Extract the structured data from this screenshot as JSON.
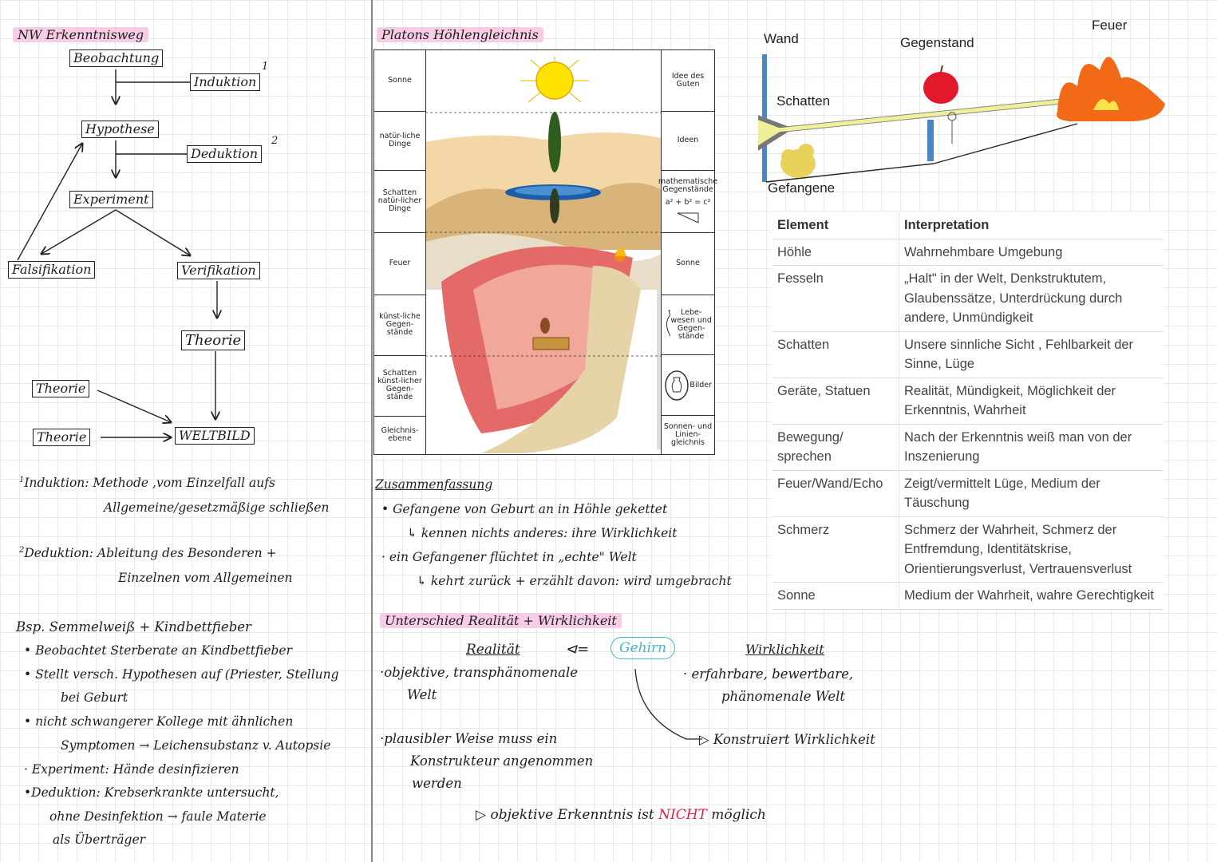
{
  "left": {
    "title": "NW Erkenntnisweg",
    "boxes": {
      "beobachtung": "Beobachtung",
      "induktion": "Induktion",
      "hypothese": "Hypothese",
      "deduktion": "Deduktion",
      "experiment": "Experiment",
      "falsifikation": "Falsifikation",
      "verifikation": "Verifikation",
      "theorie_main": "Theorie",
      "theorie_a": "Theorie",
      "theorie_b": "Theorie",
      "weltbild": "WELTBILD"
    },
    "marks": {
      "one": "1",
      "two": "2"
    },
    "footnotes": {
      "f1_sup": "1",
      "f1_line1": "Induktion: Methode ,vom Einzelfall aufs",
      "f1_line2": "Allgemeine/gesetzmäßige schließen",
      "f2_sup": "2",
      "f2_line1": "Deduktion: Ableitung des Besonderen +",
      "f2_line2": "Einzelnen vom Allgemeinen"
    },
    "example": {
      "title": "Bsp. Semmelweiß + Kindbettfieber",
      "lines": [
        "• Beobachtet Sterberate an Kindbettfieber",
        "• Stellt versch. Hypothesen auf (Priester, Stellung",
        "bei Geburt",
        "• nicht schwangerer Kollege mit ähnlichen",
        "Symptomen → Leichensubstanz v. Autopsie",
        "· Experiment: Hände desinfizieren",
        "•Deduktion: Krebserkrankte untersucht,",
        "ohne Desinfektion → faule Materie",
        "als Überträger"
      ]
    }
  },
  "middle": {
    "title": "Platons Höhlengleichnis",
    "cave_left": [
      "Sonne",
      "natür-liche Dinge",
      "Schatten natür-licher Dinge",
      "Feuer",
      "künst-liche Gegen-stände",
      "Schatten künst-licher Gegen-stände",
      "Gleichnis-ebene"
    ],
    "cave_right": [
      "Idee des Guten",
      "Ideen",
      "mathematische Gegenstände",
      "a² + b² = c²",
      "Sonne",
      "Lebe-wesen und Gegen-stände",
      "Bilder",
      "Sonnen- und Linien-gleichnis"
    ],
    "summary_title": "Zusammenfassung",
    "summary_lines": [
      "• Gefangene von Geburt an in Höhle gekettet",
      "↳ kennen nichts anderes: ihre Wirklichkeit",
      "· ein Gefangener flüchtet in „echte\" Welt",
      "↳ kehrt zurück + erzählt davon: wird umgebracht"
    ],
    "diff_title": "Unterschied Realität + Wirklichkeit",
    "realitaet": "Realität",
    "arrow": "⊲=",
    "gehirn": "Gehirn",
    "wirklichkeit": "Wirklichkeit",
    "real_lines": [
      "·objektive, transphänomenale",
      "Welt"
    ],
    "plaus_lines": [
      "·plausibler Weise muss ein",
      "Konstrukteur angenommen",
      "werden"
    ],
    "wirk_lines": [
      "· erfahrbare, bewertbare,",
      "phänomenale Welt"
    ],
    "konstruiert": "▷ Konstruiert Wirklichkeit",
    "conclusion_pre": "▷ objektive Erkenntnis ist",
    "conclusion_nicht": "NICHT",
    "conclusion_post": "möglich"
  },
  "right": {
    "diagram": {
      "feuer": "Feuer",
      "wand": "Wand",
      "gegenstand": "Gegenstand",
      "schatten": "Schatten",
      "gefangene": "Gefangene"
    },
    "table": {
      "headers": [
        "Element",
        "Interpretation"
      ],
      "rows": [
        [
          "Höhle",
          "Wahrnehmbare Umgebung"
        ],
        [
          "Fesseln",
          "„Halt\" in der Welt, Denkstruktutem, Glaubenssätze, Unterdrückung durch andere, Unmündigkeit"
        ],
        [
          "Schatten",
          "Unsere sinnliche Sicht , Fehlbarkeit der Sinne, Lüge"
        ],
        [
          "Geräte, Statuen",
          "Realität, Mündigkeit, Möglichkeit der Erkenntnis, Wahrheit"
        ],
        [
          "Bewegung/ sprechen",
          "Nach der Erkenntnis weiß man von der Inszenierung"
        ],
        [
          "Feuer/Wand/Echo",
          "Zeigt/vermittelt Lüge, Medium der Täuschung"
        ],
        [
          "Schmerz",
          "Schmerz der Wahrheit, Schmerz der Entfremdung, Identitätskrise, Orientierungsverlust, Vertrauensverlust"
        ],
        [
          "Sonne",
          "Medium der Wahrheit, wahre Gerechtigkeit"
        ]
      ]
    }
  }
}
